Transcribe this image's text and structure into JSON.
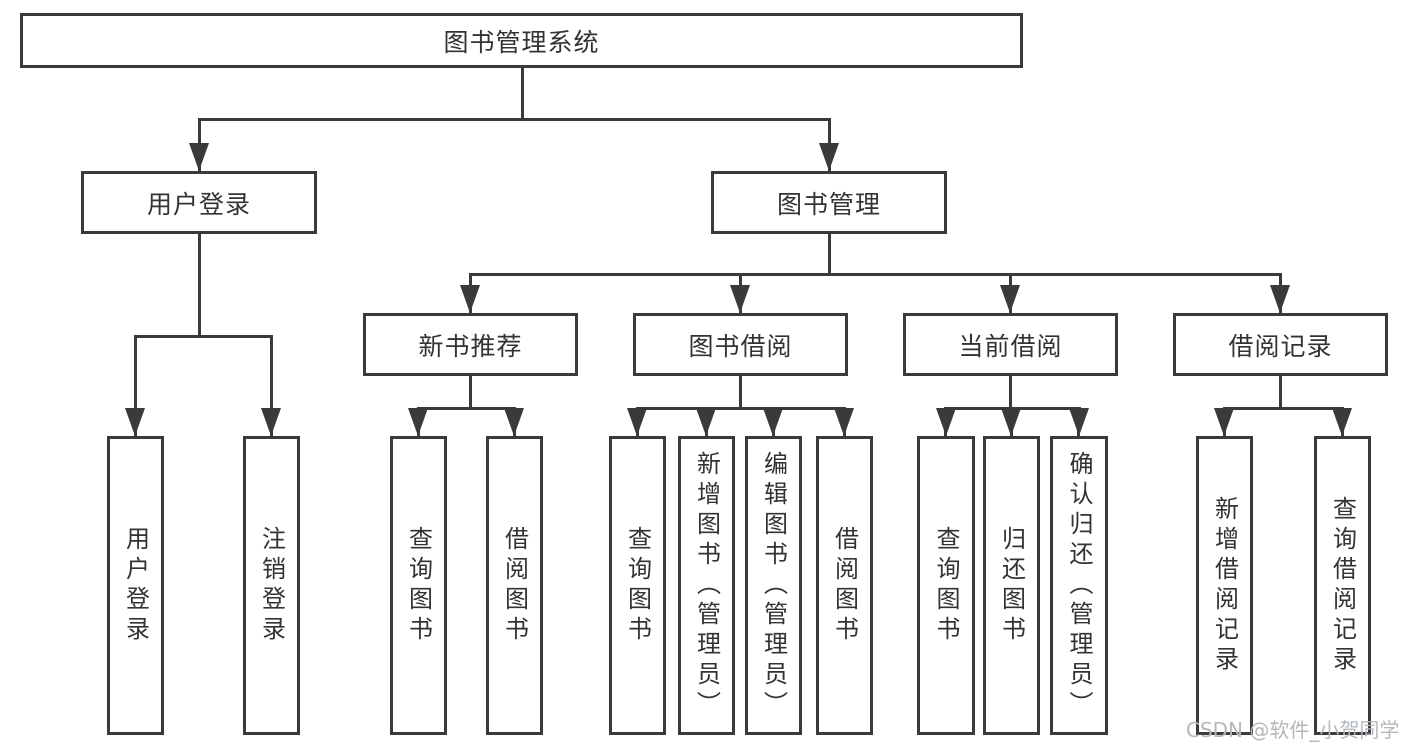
{
  "diagram": {
    "type": "tree",
    "root": {
      "label": "图书管理系统",
      "children": [
        {
          "label": "用户登录",
          "children": [
            {
              "label": "用户登录"
            },
            {
              "label": "注销登录"
            }
          ]
        },
        {
          "label": "图书管理",
          "children": [
            {
              "label": "新书推荐",
              "children": [
                {
                  "label": "查询图书"
                },
                {
                  "label": "借阅图书"
                }
              ]
            },
            {
              "label": "图书借阅",
              "children": [
                {
                  "label": "查询图书"
                },
                {
                  "label": "新增图书（管理员）"
                },
                {
                  "label": "编辑图书（管理员）"
                },
                {
                  "label": "借阅图书"
                }
              ]
            },
            {
              "label": "当前借阅",
              "children": [
                {
                  "label": "查询图书"
                },
                {
                  "label": "归还图书"
                },
                {
                  "label": "确认归还（管理员）"
                }
              ]
            },
            {
              "label": "借阅记录",
              "children": [
                {
                  "label": "新增借阅记录"
                },
                {
                  "label": "查询借阅记录"
                }
              ]
            }
          ]
        }
      ]
    }
  },
  "watermark": {
    "text": "CSDN @软件_小贺同学"
  },
  "colors": {
    "line": "#3a3a3a",
    "text": "#333333",
    "background": "#ffffff",
    "watermark": "#b3b8bd"
  }
}
